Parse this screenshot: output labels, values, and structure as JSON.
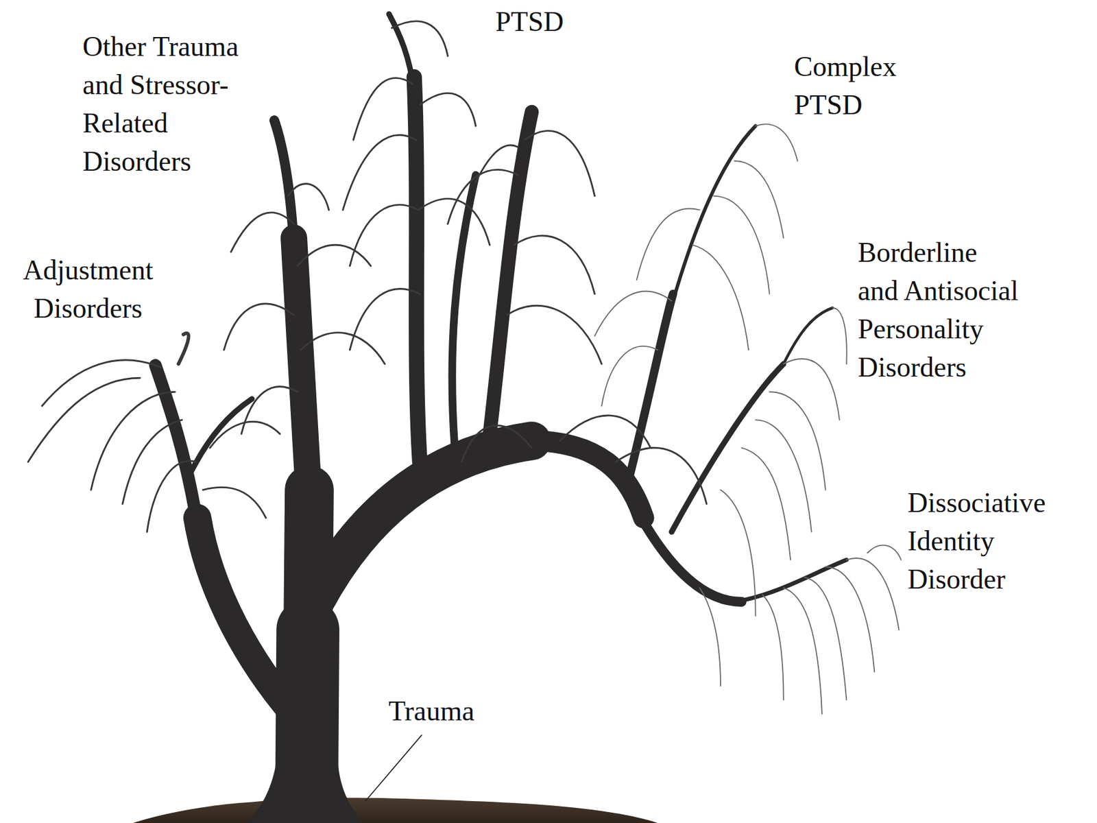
{
  "diagram": {
    "labels": [
      "PTSD",
      "Other Trauma and Stressor-Related Disorders",
      "Complex PTSD",
      "Adjustment Disorders",
      "Borderline and Antisocial Personality Disorders",
      "Dissociative Identity Disorder",
      "Trauma"
    ]
  }
}
